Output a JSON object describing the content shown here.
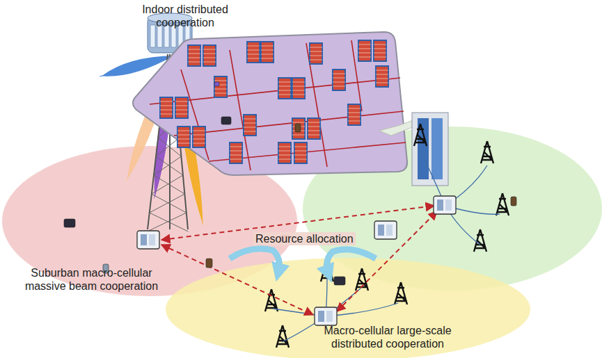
{
  "diagram": {
    "labels": [
      "Indoor distributed cooperation",
      "Resource allocation",
      "Suburban macro-cellular massive beam cooperation",
      "Macro-cellular large-scale distributed cooperation"
    ]
  }
}
